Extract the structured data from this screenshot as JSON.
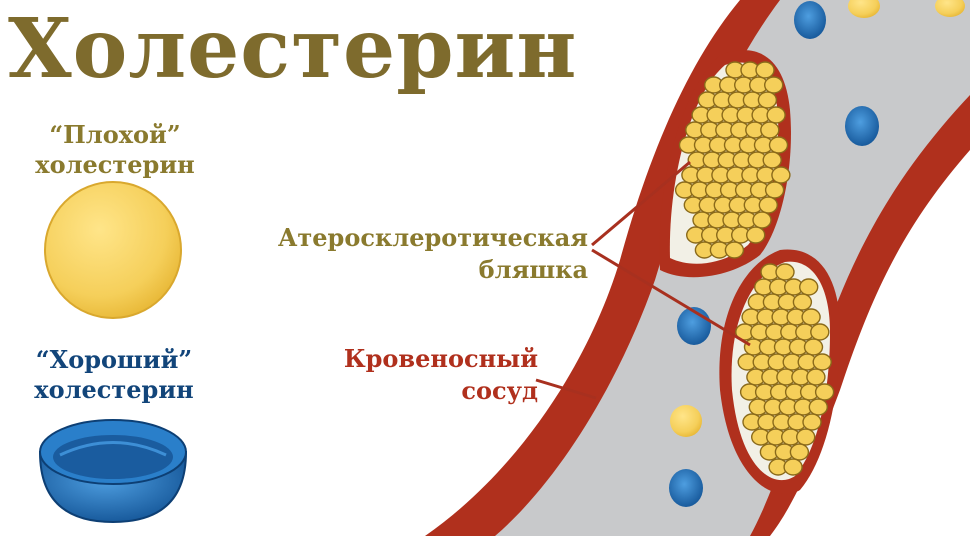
{
  "title": "Холестерин",
  "bad_cholesterol": {
    "line1": "“Плохой”",
    "line2": "холестерин"
  },
  "good_cholesterol": {
    "line1": "“Хороший”",
    "line2": "холестерин"
  },
  "labels": {
    "plaque": {
      "line1": "Атеросклеротическая",
      "line2": "бляшка"
    },
    "vessel": {
      "line1": "Кровеносный",
      "line2": "сосуд"
    }
  },
  "colors": {
    "title": "#7e6b2d",
    "bad_text": "#8a7a2e",
    "good_text": "#12457a",
    "vessel_label": "#b0301d",
    "plaque_label": "#8a7a2e",
    "vessel_wall": "#b0301d",
    "vessel_lumen": "#c8c9cb",
    "ldl": "#f5cf5a",
    "hdl": "#1f6fb8"
  }
}
